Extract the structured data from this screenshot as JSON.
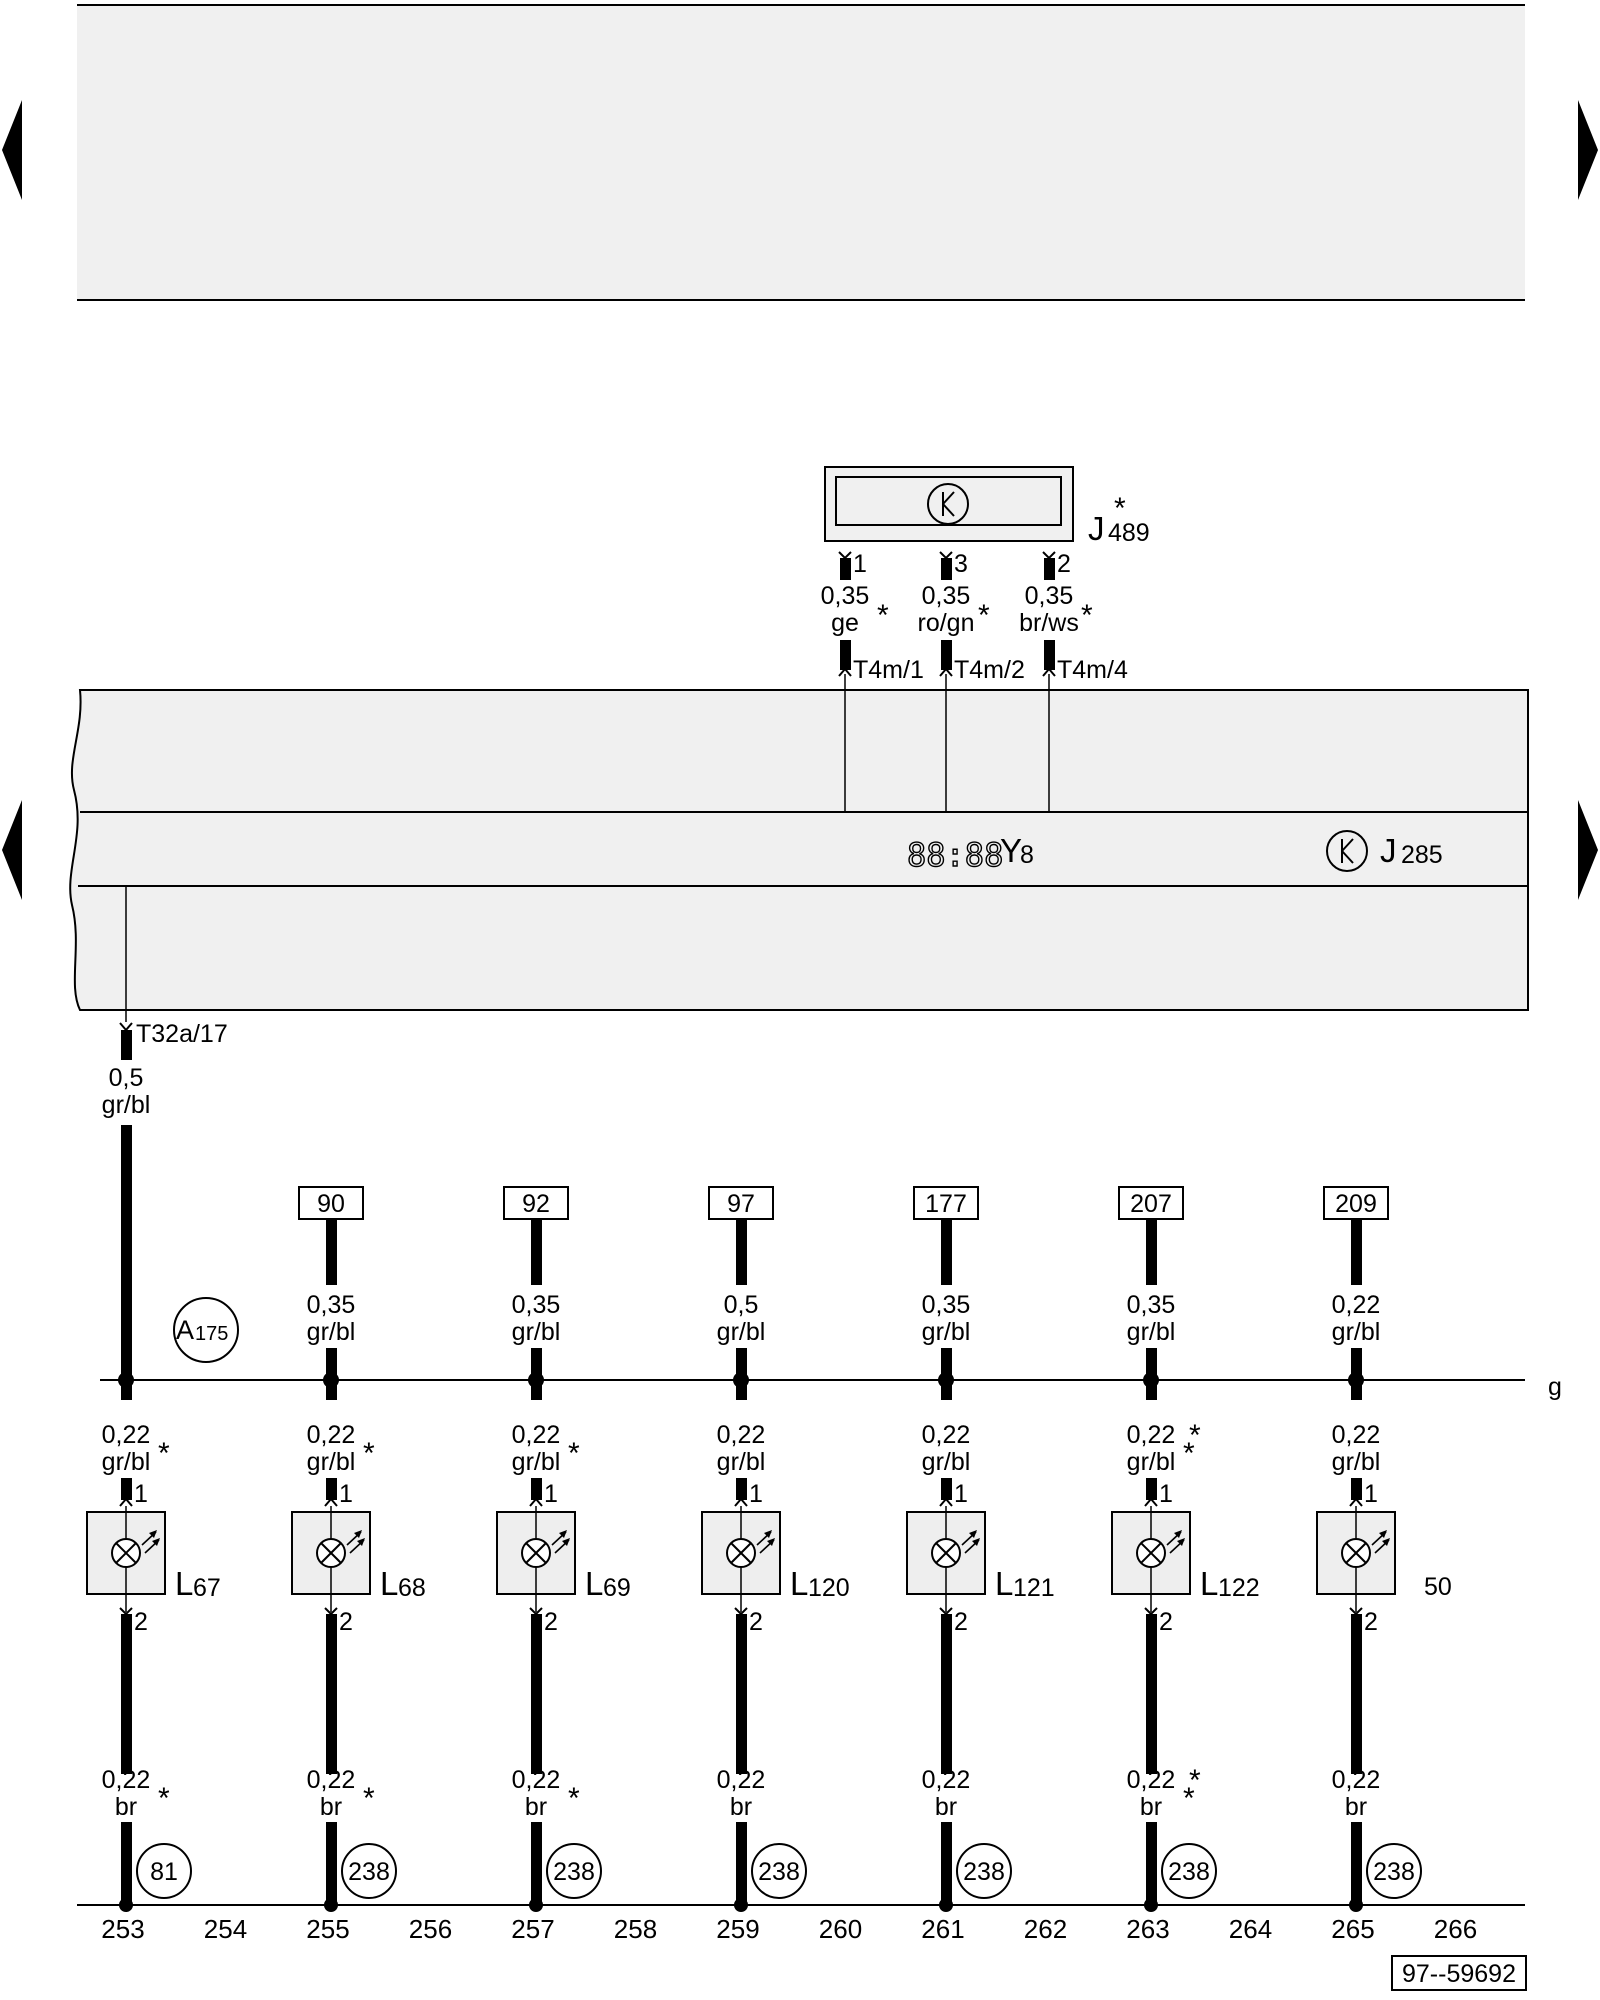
{
  "diagram_id": "97--59692",
  "markers": {
    "g": "g",
    "n50": "50"
  },
  "timer": {
    "id": "J",
    "sub": "489",
    "star": "*",
    "pins": [
      {
        "pin": "1",
        "size": "0,35",
        "color": "ge",
        "star": "*",
        "plug": "T4m/1"
      },
      {
        "pin": "3",
        "size": "0,35",
        "color": "ro/gn",
        "star": "*",
        "plug": "T4m/2"
      },
      {
        "pin": "2",
        "size": "0,35",
        "color": "br/ws",
        "star": "*",
        "plug": "T4m/4"
      }
    ]
  },
  "instrument_cluster": {
    "display": {
      "glyph": "88:88",
      "id": "Y",
      "sub": "8"
    },
    "control_unit": {
      "id": "J",
      "sub": "285"
    },
    "output": {
      "plug": "T32a/17",
      "size": "0,5",
      "color": "gr/bl"
    }
  },
  "connection_a175": {
    "id": "A",
    "sub": "175"
  },
  "columns": [
    {
      "ref": "",
      "top_size": "",
      "top_color": "",
      "bulb_size": "0,22",
      "bulb_color": "gr/bl",
      "bulb_star": "*",
      "bulb_star2": "",
      "pin_in": "1",
      "pin_out": "2",
      "lamp": "L",
      "lamp_sub": "67",
      "lamp_label": "",
      "br_size": "0,22",
      "br_color": "br",
      "br_star": "*",
      "br_star2": "",
      "ground": "81"
    },
    {
      "ref": "90",
      "top_size": "0,35",
      "top_color": "gr/bl",
      "bulb_size": "0,22",
      "bulb_color": "gr/bl",
      "bulb_star": "*",
      "bulb_star2": "",
      "pin_in": "1",
      "pin_out": "2",
      "lamp": "L",
      "lamp_sub": "68",
      "lamp_label": "",
      "br_size": "0,22",
      "br_color": "br",
      "br_star": "*",
      "br_star2": "",
      "ground": "238"
    },
    {
      "ref": "92",
      "top_size": "0,35",
      "top_color": "gr/bl",
      "bulb_size": "0,22",
      "bulb_color": "gr/bl",
      "bulb_star": "*",
      "bulb_star2": "",
      "pin_in": "1",
      "pin_out": "2",
      "lamp": "L",
      "lamp_sub": "69",
      "lamp_label": "",
      "br_size": "0,22",
      "br_color": "br",
      "br_star": "*",
      "br_star2": "",
      "ground": "238"
    },
    {
      "ref": "97",
      "top_size": "0,5",
      "top_color": "gr/bl",
      "bulb_size": "0,22",
      "bulb_color": "gr/bl",
      "bulb_star": "",
      "bulb_star2": "",
      "pin_in": "1",
      "pin_out": "2",
      "lamp": "L",
      "lamp_sub": "120",
      "lamp_label": "",
      "br_size": "0,22",
      "br_color": "br",
      "br_star": "",
      "br_star2": "",
      "ground": "238"
    },
    {
      "ref": "177",
      "top_size": "0,35",
      "top_color": "gr/bl",
      "bulb_size": "0,22",
      "bulb_color": "gr/bl",
      "bulb_star": "",
      "bulb_star2": "",
      "pin_in": "1",
      "pin_out": "2",
      "lamp": "L",
      "lamp_sub": "121",
      "lamp_label": "",
      "br_size": "0,22",
      "br_color": "br",
      "br_star": "",
      "br_star2": "",
      "ground": "238"
    },
    {
      "ref": "207",
      "top_size": "0,35",
      "top_color": "gr/bl",
      "bulb_size": "0,22",
      "bulb_color": "gr/bl",
      "bulb_star": "*",
      "bulb_star2": "*",
      "pin_in": "1",
      "pin_out": "2",
      "lamp": "L",
      "lamp_sub": "122",
      "lamp_label": "",
      "br_size": "0,22",
      "br_color": "br",
      "br_star": "*",
      "br_star2": "*",
      "ground": "238"
    },
    {
      "ref": "209",
      "top_size": "0,22",
      "top_color": "gr/bl",
      "bulb_size": "0,22",
      "bulb_color": "gr/bl",
      "bulb_star": "",
      "bulb_star2": "",
      "pin_in": "1",
      "pin_out": "2",
      "lamp": "",
      "lamp_sub": "",
      "lamp_label": "",
      "br_size": "0,22",
      "br_color": "br",
      "br_star": "",
      "br_star2": "",
      "ground": "238"
    }
  ],
  "axis": [
    "253",
    "254",
    "255",
    "256",
    "257",
    "258",
    "259",
    "260",
    "261",
    "262",
    "263",
    "264",
    "265",
    "266"
  ]
}
